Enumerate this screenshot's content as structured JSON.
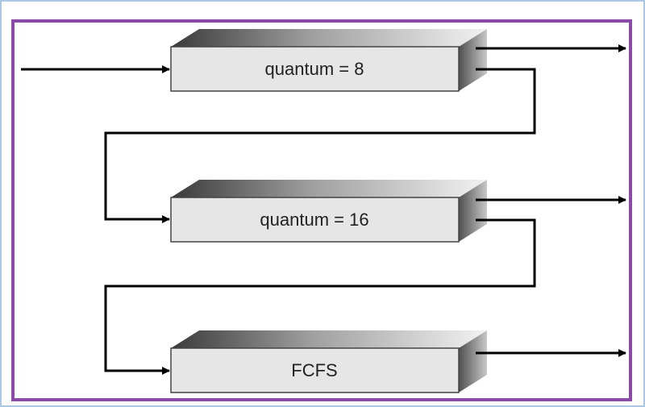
{
  "queues": [
    {
      "label": "quantum = 8"
    },
    {
      "label": "quantum = 16"
    },
    {
      "label": "FCFS"
    }
  ],
  "colors": {
    "outer_border": "#aac8e6",
    "frame_border": "#8a4aa8",
    "box_face": "#e6e6e6",
    "line": "#000000"
  }
}
